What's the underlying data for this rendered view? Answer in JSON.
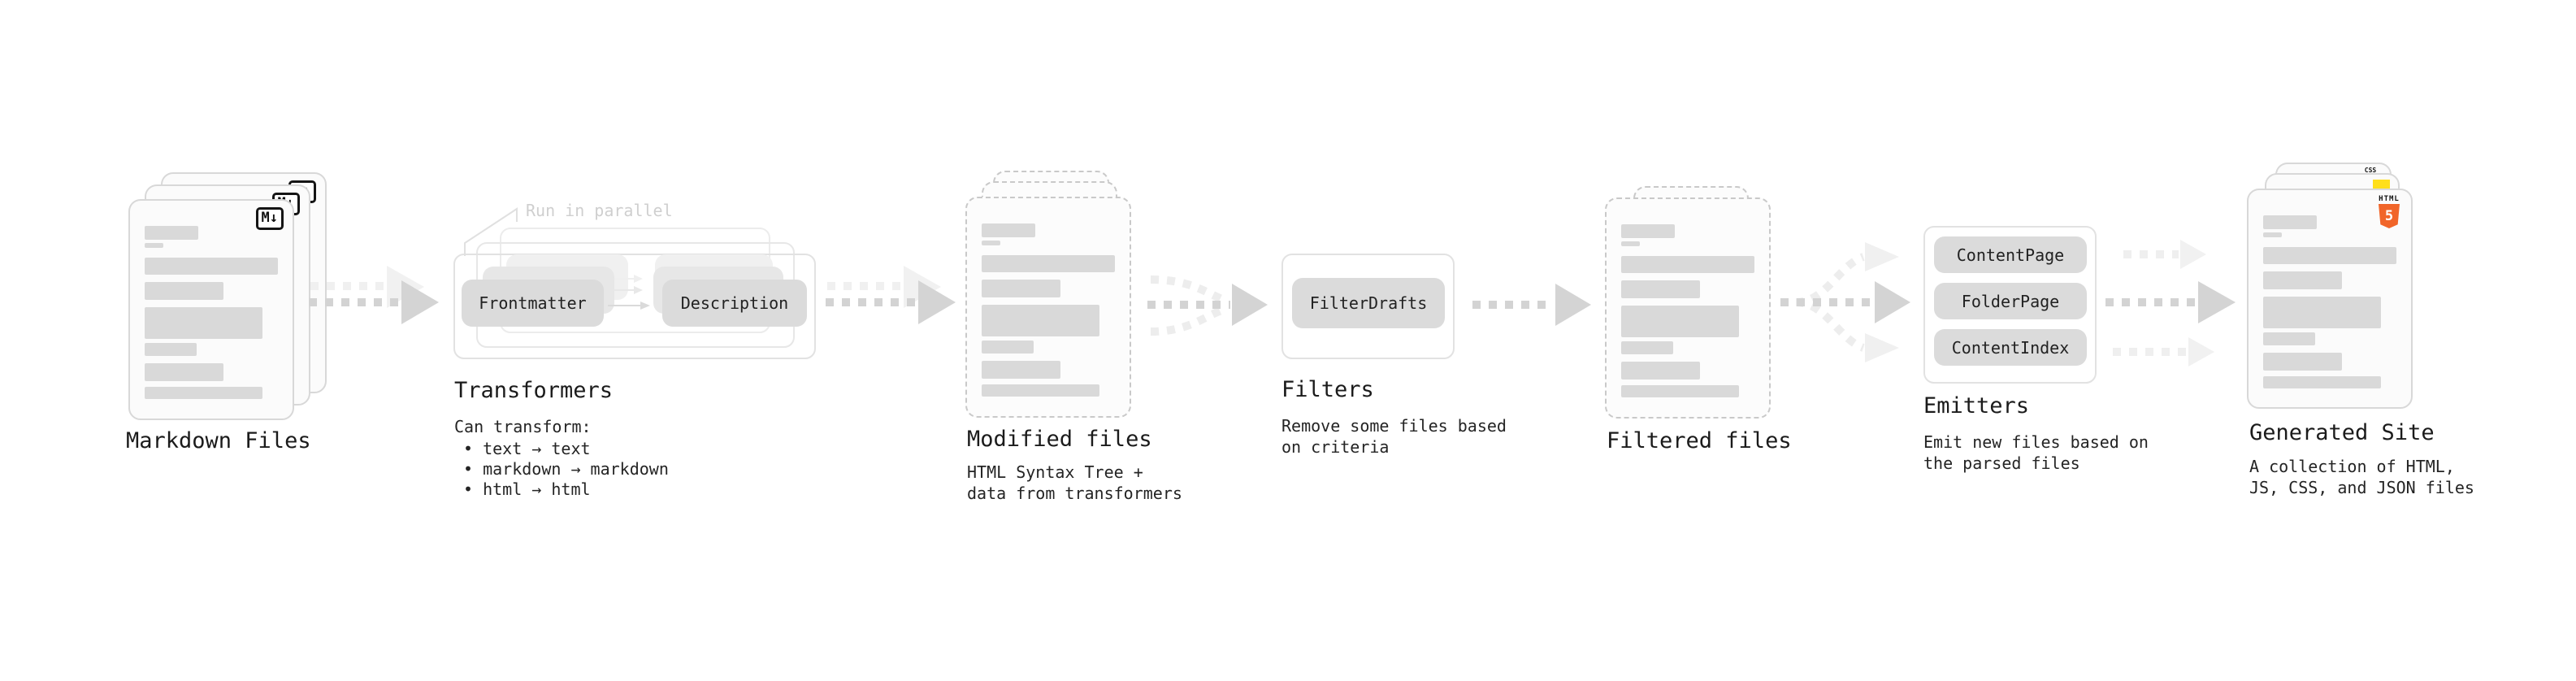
{
  "note": {
    "run_in_parallel": "Run in parallel"
  },
  "sections": {
    "markdown": {
      "title": "Markdown Files"
    },
    "transformers": {
      "title": "Transformers",
      "desc": "Can transform:",
      "bullets": [
        "text → text",
        "markdown → markdown",
        "html → html"
      ],
      "pills": [
        "Frontmatter",
        "Description"
      ]
    },
    "modified": {
      "title": "Modified files",
      "desc": "HTML Syntax Tree +\ndata from transformers"
    },
    "filters": {
      "title": "Filters",
      "desc": "Remove some files based\non criteria",
      "pills": [
        "FilterDrafts"
      ]
    },
    "filtered": {
      "title": "Filtered files"
    },
    "emitters": {
      "title": "Emitters",
      "desc": "Emit new files based on\nthe parsed files",
      "pills": [
        "ContentPage",
        "FolderPage",
        "ContentIndex"
      ]
    },
    "generated": {
      "title": "Generated Site",
      "desc": "A collection of HTML,\nJS, CSS, and JSON files"
    }
  },
  "badges": {
    "markdown": "M↓",
    "html_label": "HTML",
    "html_number": "5",
    "css": "CSS"
  },
  "colors": {
    "html5_orange": "#f16529",
    "js_yellow": "#ffdf1b",
    "css_blue": "#2760e6",
    "arrow_dark": "#d3d3d3",
    "arrow_faint": "#efefef",
    "bar_gray": "#d9d9d9"
  }
}
